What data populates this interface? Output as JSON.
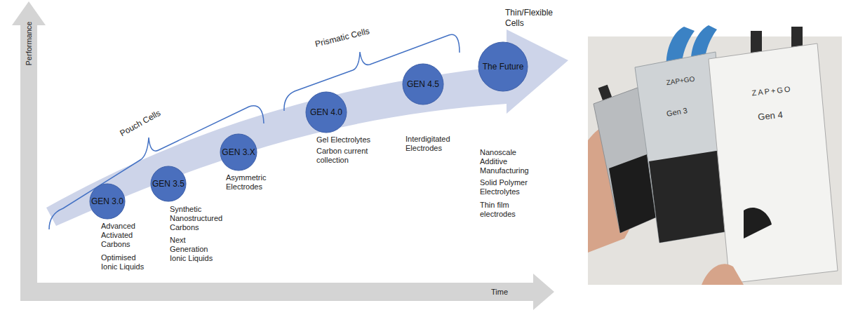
{
  "diagram": {
    "nodes": [
      {
        "text": [
          "GEN 3.0",
          "Advanced Activated Carbons",
          "Optimised Ionic Liquids"
        ]
      },
      {
        "text": [
          "GEN 3.5",
          "Synthetic Nanostructured Carbons",
          "Next Generation Ionic Liquids"
        ]
      },
      {
        "text": [
          "GEN 3.X",
          "Asymmetric Electrodes"
        ]
      },
      {
        "text": [
          "GEN 4.0",
          "Gel Electrolytes",
          "Carbon current collection"
        ]
      },
      {
        "text": [
          "GEN 4.5",
          "Interdigitated Electrodes"
        ]
      },
      {
        "text": [
          "The Future",
          "Nanoscale Additive Manufacturing",
          "Solid Polymer Electrolytes",
          "Thin film electrodes"
        ]
      }
    ],
    "labels": [
      "Performance",
      "Time",
      "Pouch Cells",
      "Prismatic Cells",
      "Thin/Flexible Cells",
      "ZAP+GO",
      "Gen 3",
      "ZAP+GO",
      "Gen 4"
    ]
  }
}
